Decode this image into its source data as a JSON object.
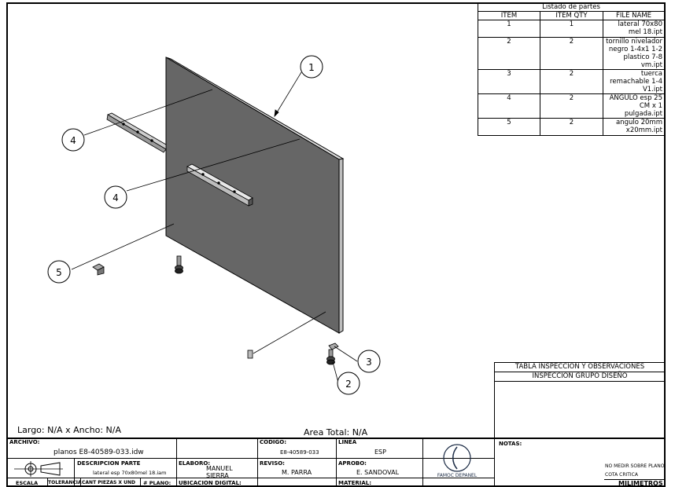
{
  "parts_table": {
    "title": "Listado de partes",
    "headers": [
      "ITEM",
      "ITEM QTY",
      "FILE NAME"
    ],
    "rows": [
      [
        "1",
        "1",
        "lateral 70x80 mel 18.ipt"
      ],
      [
        "2",
        "2",
        "tornillo nivelador negro 1-4x1 1-2 plastico 7-8 vm.ipt"
      ],
      [
        "3",
        "2",
        "tuerca remachable 1-4 V1.ipt"
      ],
      [
        "4",
        "2",
        "ANGULO  esp 25 CM x 1 pulgada.ipt"
      ],
      [
        "5",
        "2",
        "angulo 20mm x20mm.ipt"
      ]
    ]
  },
  "balloons": [
    "1",
    "4",
    "4",
    "5",
    "3",
    "2"
  ],
  "dims_text": "Largo: N/A x Ancho: N/A",
  "area_text": "Area Total: N/A",
  "inspection": {
    "title": "TABLA INSPECCION Y OBSERVACIONES",
    "subtitle": "INSPECCION GRUPO DISEÑO"
  },
  "title_block": {
    "archivo_label": "ARCHIVO:",
    "archivo_value": "planos E8-40589-033.idw",
    "codigo_label": "CODIGO:",
    "codigo_value": "E8-40589-033",
    "linea_label": "LINEA",
    "linea_value": "ESP",
    "descripcion_label": "DESCRIPCION PARTE",
    "descripcion_value": "lateral esp 70x80mel 18.iam",
    "elaboro_label": "ELABORO:",
    "elaboro_value": "MANUEL SIERRA",
    "reviso_label": "REVISO:",
    "reviso_value": "M. PARRA",
    "aprobo_label": "APROBO:",
    "aprobo_value": "E. SANDOVAL",
    "escala_label": "ESCALA",
    "tolerancia_label": "TOLERANCIA",
    "cant_label": "CANT PIEZAS X UND",
    "plano_label": "# PLANO:",
    "ubicacion_label": "UBICACION DIGITAL:",
    "material_label": "MATERIAL:",
    "notas_label": "NOTAS:",
    "no_medir": "NO MEDIR SOBRE PLANO",
    "cota_critica": "COTA CRITICA",
    "units": "MILIMETROS",
    "logo_text": "FAMOC DEPANEL"
  }
}
